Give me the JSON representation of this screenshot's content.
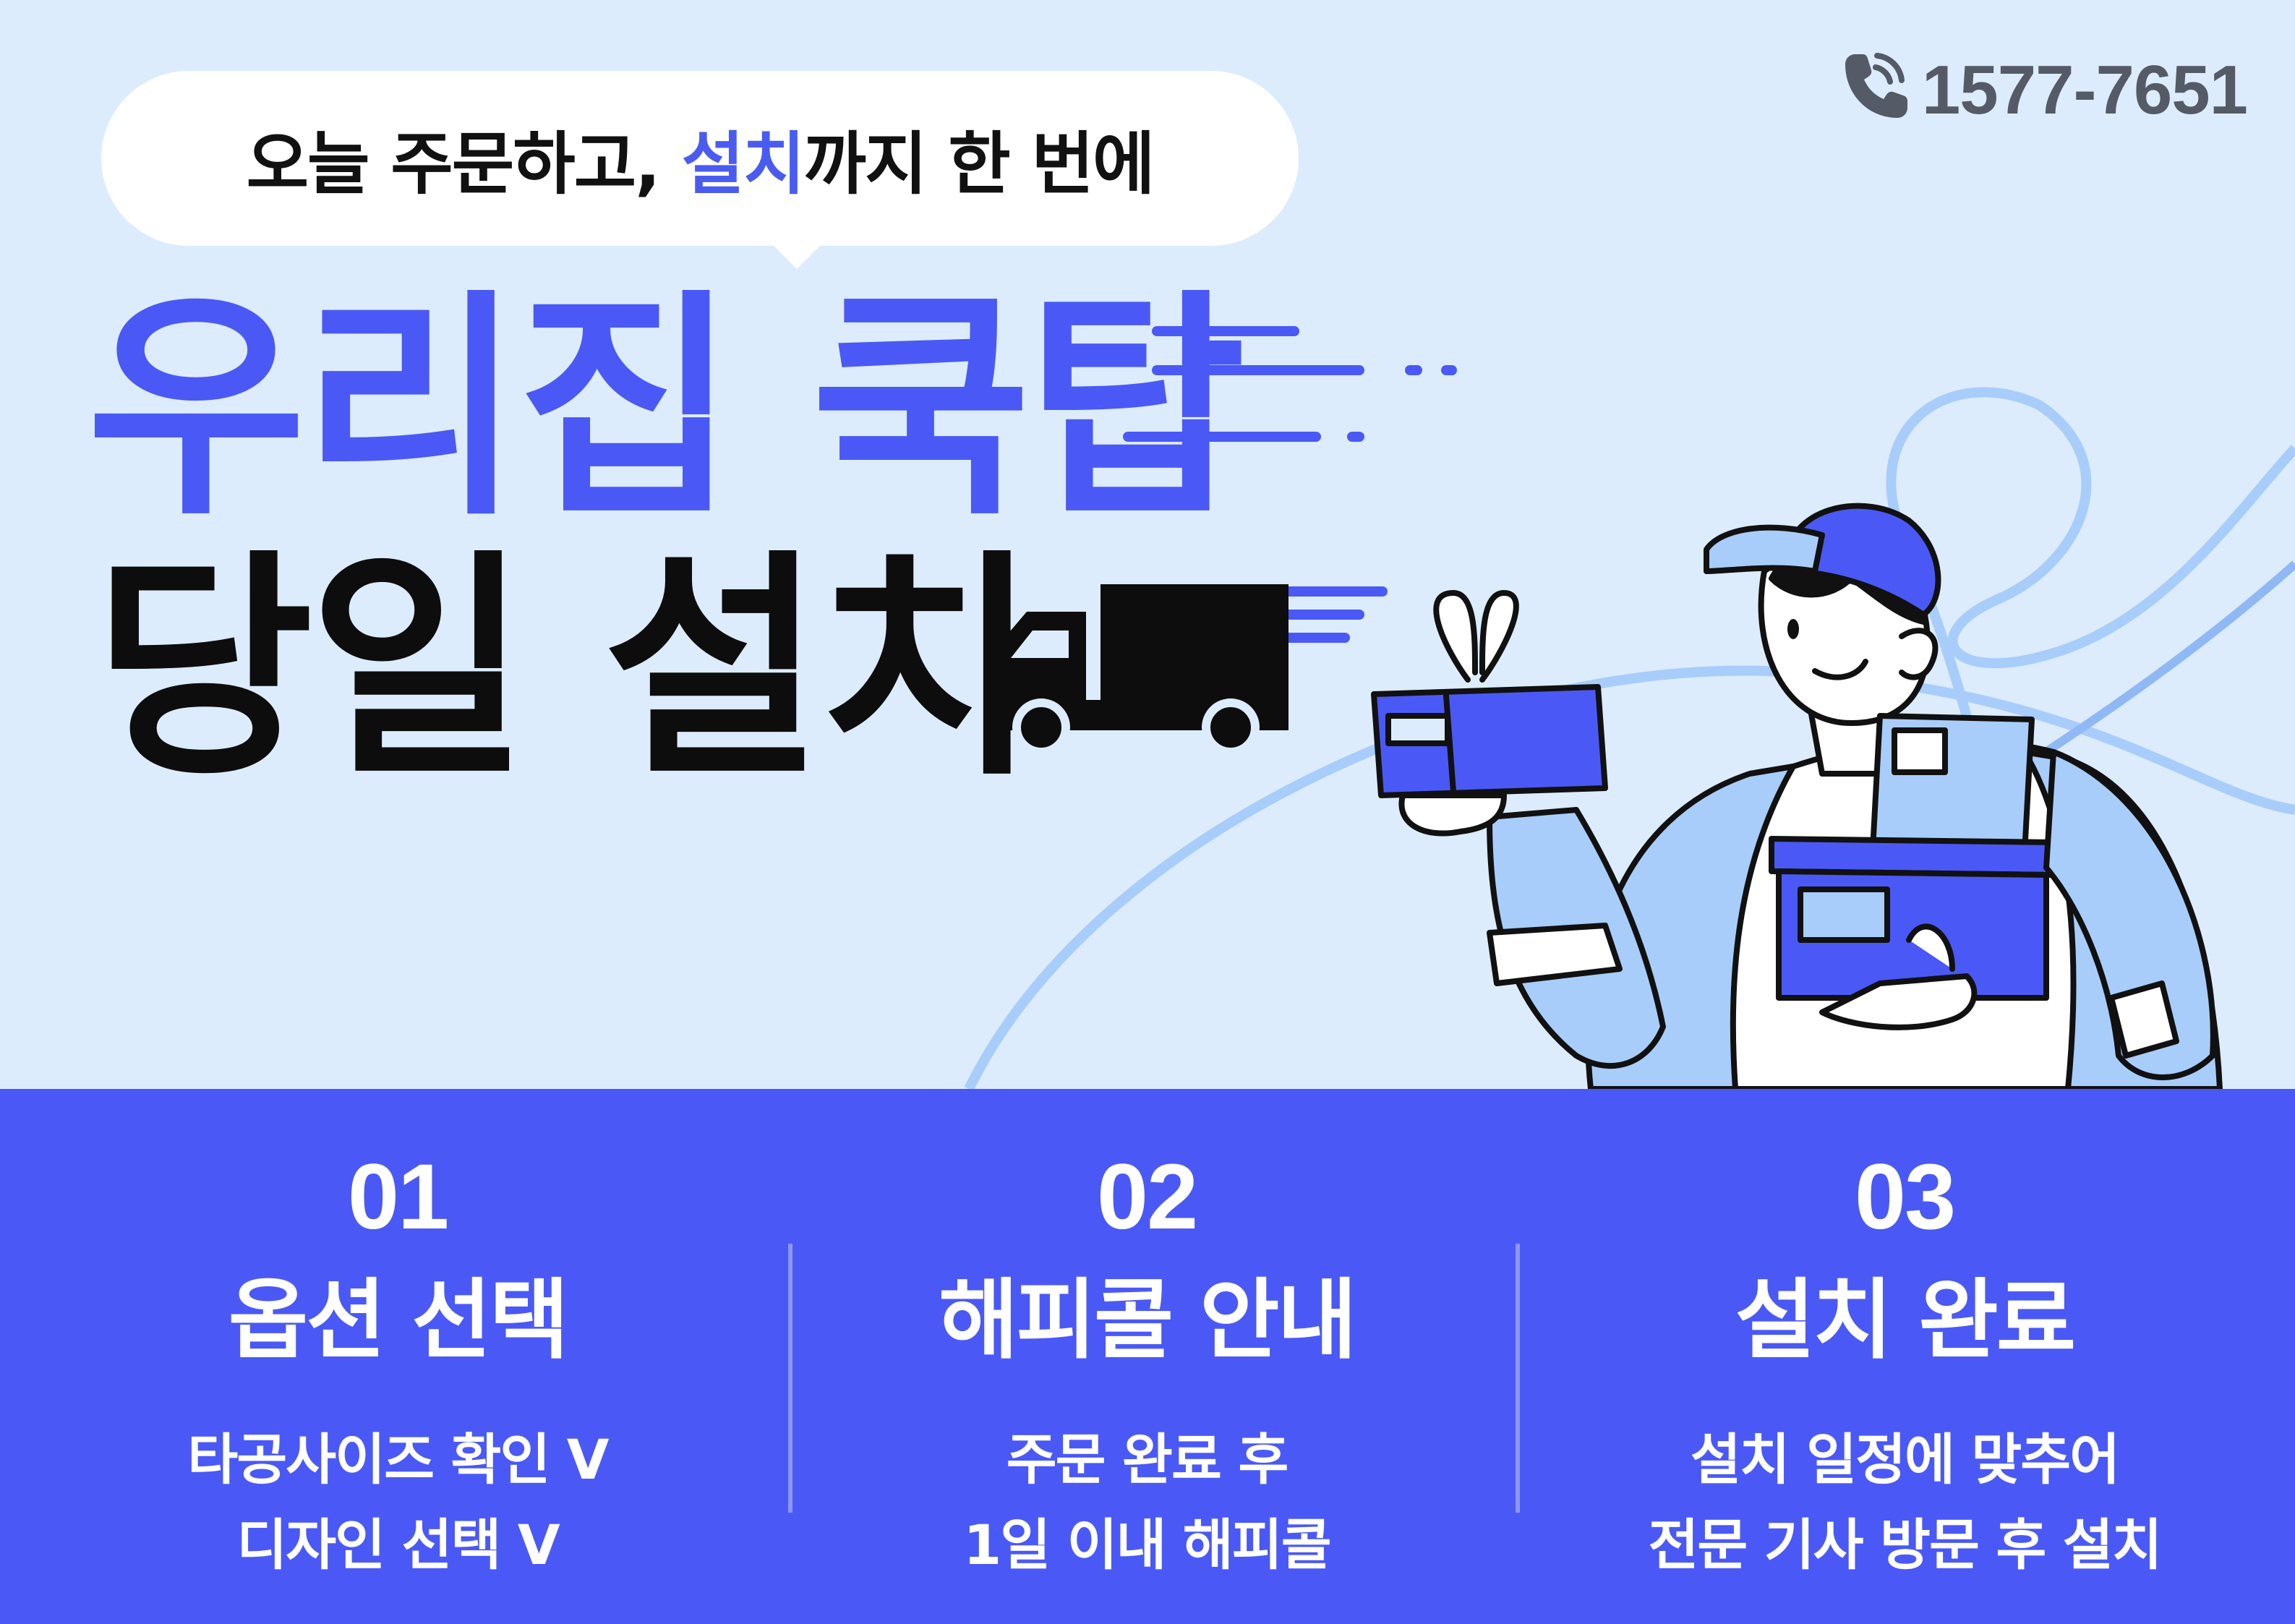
{
  "phone": {
    "icon": "phone-icon",
    "number": "1577-7651"
  },
  "bubble": {
    "text_before": "오늘 주문하고, ",
    "highlight": "설치",
    "text_after": "까지 한 번에"
  },
  "headline": {
    "line1": "우리집 쿡탑",
    "line2": "당일 설치"
  },
  "steps": [
    {
      "number": "01",
      "title": "옵션 선택",
      "desc_line1": "타공사이즈 확인 V",
      "desc_line2": "디자인 선택 V"
    },
    {
      "number": "02",
      "title": "해피콜 안내",
      "desc_line1": "주문 완료 후",
      "desc_line2": "1일 이내 해피콜"
    },
    {
      "number": "03",
      "title": "설치 완료",
      "desc_line1": "설치 일정에 맞추어",
      "desc_line2": "전문 기사 방문 후 설치"
    }
  ],
  "colors": {
    "background": "#dcecfc",
    "accent": "#4a59f5",
    "panel": "#4a59f5",
    "text_dark": "#0d0d0d",
    "phone_text": "#545a66"
  },
  "illustrations": [
    "speed-lines",
    "delivery-truck-icon",
    "delivery-man-holding-boxes",
    "curly-ribbon-line"
  ]
}
